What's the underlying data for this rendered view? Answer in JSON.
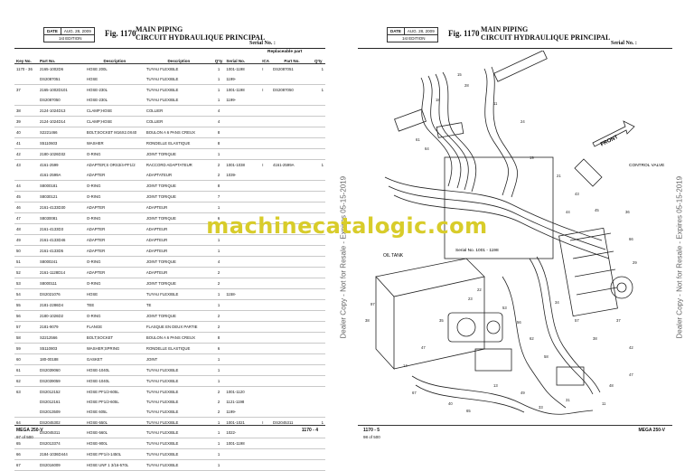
{
  "left_page": {
    "date_label": "DATE",
    "date_value": "AUG. 28, 2009",
    "edition": "1st EDITION",
    "fig_number": "Fig. 1170",
    "title_en": "MAIN PIPING",
    "title_fr": "CIRCUIT HYDRAULIQUE PRINCIPAL",
    "serial_label": "Serial No. :",
    "replaceable_header": "Replaceable part",
    "columns": [
      "Key No.",
      "Part No.",
      "Description",
      "Description",
      "Q'ty",
      "Serial No.",
      "ICA",
      "Part No.",
      "Q'ty"
    ],
    "rows": [
      [
        "1170 - 36",
        "2165-1002D6",
        "HOSE 200L",
        "TUYAU FLEXIBLE",
        "1",
        "1001-1198",
        "I",
        "DS2087051",
        "1"
      ],
      [
        "",
        "DS2087051",
        "HOSE",
        "TUYAU FLEXIBLE",
        "1",
        "1199-",
        "",
        "",
        ""
      ],
      [
        "37",
        "2165-1002D101",
        "HOSE-230L",
        "TUYAU FLEXIBLE",
        "1",
        "1001-1198",
        "I",
        "DS2087050",
        "1"
      ],
      [
        "",
        "DS2087050",
        "HOSE-230L",
        "TUYAU FLEXIBLE",
        "1",
        "1199-",
        "",
        "",
        ""
      ],
      [
        "38",
        "2124-1024D13",
        "CLAMP;HOSE",
        "COLLIER",
        "4",
        "",
        "",
        "",
        ""
      ],
      [
        "39",
        "2124-1024D14",
        "CLAMP;HOSE",
        "COLLIER",
        "4",
        "",
        "",
        "",
        ""
      ],
      [
        "40",
        "S2221466",
        "BOLT;SOCKET M16X2.0X40",
        "BOULON A 6 PANS CREUX",
        "8",
        "",
        "",
        "",
        ""
      ],
      [
        "41",
        "S5110603",
        "WASHER",
        "RONDELLE ELASTIQUE",
        "8",
        "",
        "",
        "",
        ""
      ],
      [
        "42",
        "2180-1026D32",
        "O-RING",
        "JOINT TORIQUE",
        "1",
        "",
        "",
        "",
        ""
      ],
      [
        "43",
        "4161-2599",
        "ADAPTER;S ORS3/4-PF1/2",
        "RACCORD ADAPTATEUR",
        "2",
        "1001-1038",
        "I",
        "4161-2599A",
        "1"
      ],
      [
        "",
        "4161-2599A",
        "ADAPTER",
        "ADAPTATEUR",
        "2",
        "1039-",
        "",
        "",
        ""
      ],
      [
        "44",
        "S8000181",
        "O-RING",
        "JOINT TORIQUE",
        "8",
        "",
        "",
        "",
        ""
      ],
      [
        "45",
        "S8030121",
        "O-RING",
        "JOINT TORIQUE",
        "7",
        "",
        "",
        "",
        ""
      ],
      [
        "46",
        "2161-4133D30",
        "ADAPTER",
        "ADAPTEUR",
        "1",
        "",
        "",
        "",
        ""
      ],
      [
        "47",
        "S8030081",
        "O-RING",
        "JOINT TORIQUE",
        "6",
        "",
        "",
        "",
        ""
      ],
      [
        "48",
        "2161-4133D3",
        "ADAPTER",
        "ADAPTEUR",
        "2",
        "",
        "",
        "",
        ""
      ],
      [
        "49",
        "2161-4133D46",
        "ADAPTER",
        "ADAPTEUR",
        "1",
        "",
        "",
        "",
        ""
      ],
      [
        "50",
        "2161-4133D5",
        "ADAPTER",
        "ADAPTEUR",
        "1",
        "",
        "",
        "",
        ""
      ],
      [
        "51",
        "S8000241",
        "O-RING",
        "JOINT TORIQUE",
        "4",
        "",
        "",
        "",
        ""
      ],
      [
        "52",
        "2161-1128D14",
        "ADAPTER",
        "ADAPTEUR",
        "2",
        "",
        "",
        "",
        ""
      ],
      [
        "53",
        "S8000111",
        "O-RING",
        "JOINT TORIQUE",
        "2",
        "",
        "",
        "",
        ""
      ],
      [
        "54",
        "DS2021076",
        "HOSE",
        "TUYAU FLEXIBLE",
        "1",
        "1158-",
        "",
        "",
        ""
      ],
      [
        "55",
        "2181-2286D4",
        "TEE",
        "TE",
        "1",
        "",
        "",
        "",
        ""
      ],
      [
        "56",
        "2180-1026D2",
        "O-RING",
        "JOINT TORIQUE",
        "2",
        "",
        "",
        "",
        ""
      ],
      [
        "57",
        "2181-9079",
        "FLANGE",
        "FLASQUE EN DEUX PARTIE",
        "2",
        "",
        "",
        "",
        ""
      ],
      [
        "58",
        "S2212566",
        "BOLT;SOCKET",
        "BOULON A 6 PANS CREUX",
        "8",
        "",
        "",
        "",
        ""
      ],
      [
        "59",
        "S5110803",
        "WASHER;SPRING",
        "RONDELLE ELASTIQUE",
        "6",
        "",
        "",
        "",
        ""
      ],
      [
        "60",
        "180-00188",
        "GASKET",
        "JOINT",
        "1",
        "",
        "",
        "",
        ""
      ],
      [
        "61",
        "DS2039060",
        "HOSE-1040L",
        "TUYAU FLEXIBLE",
        "1",
        "",
        "",
        "",
        ""
      ],
      [
        "62",
        "DS2039059",
        "HOSE-1040L",
        "TUYAU FLEXIBLE",
        "1",
        "",
        "",
        "",
        ""
      ],
      [
        "63",
        "DS2012152",
        "HOSE PF1/2-605L",
        "TUYAU FLEXIBLE",
        "2",
        "1001-1120",
        "",
        "",
        ""
      ],
      [
        "",
        "DS2012161",
        "HOSE PF1/2-605L",
        "TUYAU FLEXIBLE",
        "2",
        "1121-1198",
        "",
        "",
        ""
      ],
      [
        "",
        "DS2013509",
        "HOSE 605L",
        "TUYAU FLEXIBLE",
        "2",
        "1199-",
        "",
        "",
        ""
      ],
      [
        "64",
        "DS2045302",
        "HOSE-550L",
        "TUYAU FLEXIBLE",
        "1",
        "1001-1021",
        "I",
        "DS2045311",
        "1"
      ],
      [
        "",
        "DS2045311",
        "HOSE-560L",
        "TUYAU FLEXIBLE",
        "1",
        "1022-",
        "",
        "",
        ""
      ],
      [
        "65",
        "DS2013374",
        "HOSE-900L",
        "TUYAU FLEXIBLE",
        "1",
        "1001-1198",
        "",
        "",
        ""
      ],
      [
        "66",
        "2184-1036D444",
        "HOSE PF1/4-1450L",
        "TUYAU FLEXIBLE",
        "1",
        "",
        "",
        "",
        ""
      ],
      [
        "67",
        "DS2016009",
        "HOSE UNF 1 3/16-570L",
        "TUYAU FLEXIBLE",
        "1",
        "",
        "",
        "",
        ""
      ]
    ],
    "footer_model": "MEGA 250-V",
    "footer_pages": "97 of 500",
    "footer_code": "1170 - 4"
  },
  "right_page": {
    "date_label": "DATE",
    "date_value": "AUG. 28, 2009",
    "edition": "1st EDITION",
    "fig_number": "Fig. 1170",
    "title_en": "MAIN PIPING",
    "title_fr": "CIRCUIT HYDRAULIQUE PRINCIPAL",
    "serial_label": "Serial No. :",
    "diagram_labels": {
      "front": "FRONT",
      "control_valve": "CONTROL VALVE",
      "oil_tank": "OIL TANK",
      "serial_range": "Serial No. 1001 - 1198"
    },
    "footer_code": "1170 - 5",
    "footer_pages": "98 of 500",
    "footer_model": "MEGA 250-V"
  },
  "watermark_center": "machinecatalogic.com",
  "side_watermark": "Dealer Copy - Not for Resale - Expires 05-15-2019"
}
